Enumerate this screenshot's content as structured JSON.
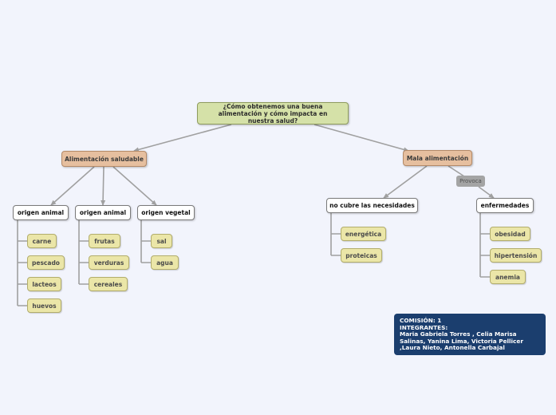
{
  "diagram": {
    "root": {
      "text": "¿Cómo obtenemos una buena alimentación y cómo impacta en nuestra salud?"
    },
    "branches": [
      {
        "text": "Alimentación saludable",
        "children": [
          {
            "text": "origen animal",
            "items": [
              "carne",
              "pescado",
              "lacteos",
              "huevos"
            ]
          },
          {
            "text": "origen animal",
            "items": [
              "frutas",
              "verduras",
              "cereales"
            ]
          },
          {
            "text": "origen vegetal",
            "items": [
              "sal",
              "agua"
            ]
          }
        ]
      },
      {
        "text": "Mala alimentación",
        "children": [
          {
            "text": "no cubre las necesidades",
            "items": [
              "energética",
              "proteicas"
            ]
          },
          {
            "text": "enfermedades",
            "link_label": "Provoca",
            "items": [
              "obesidad",
              "hipertensión",
              "anemia"
            ]
          }
        ]
      }
    ],
    "credits": {
      "line1": "COMISIÓN: 1",
      "line2": "INTEGRANTES:",
      "line3": "Maria Gabriela Torres , Celia Marisa Salinas, Yanina Lima, Victoria Pellicer ,Laura Nieto, Antonella Carbajal"
    },
    "colors": {
      "background": "#f2f4fc",
      "root": "#d5e1a8",
      "main_topic": "#e6bf9f",
      "subtopic": "#ffffff",
      "leaf": "#ebe6a8",
      "link_label": "#a4a4a4",
      "credits": "#1b3e6e",
      "connector": "#a0a0a0"
    }
  }
}
